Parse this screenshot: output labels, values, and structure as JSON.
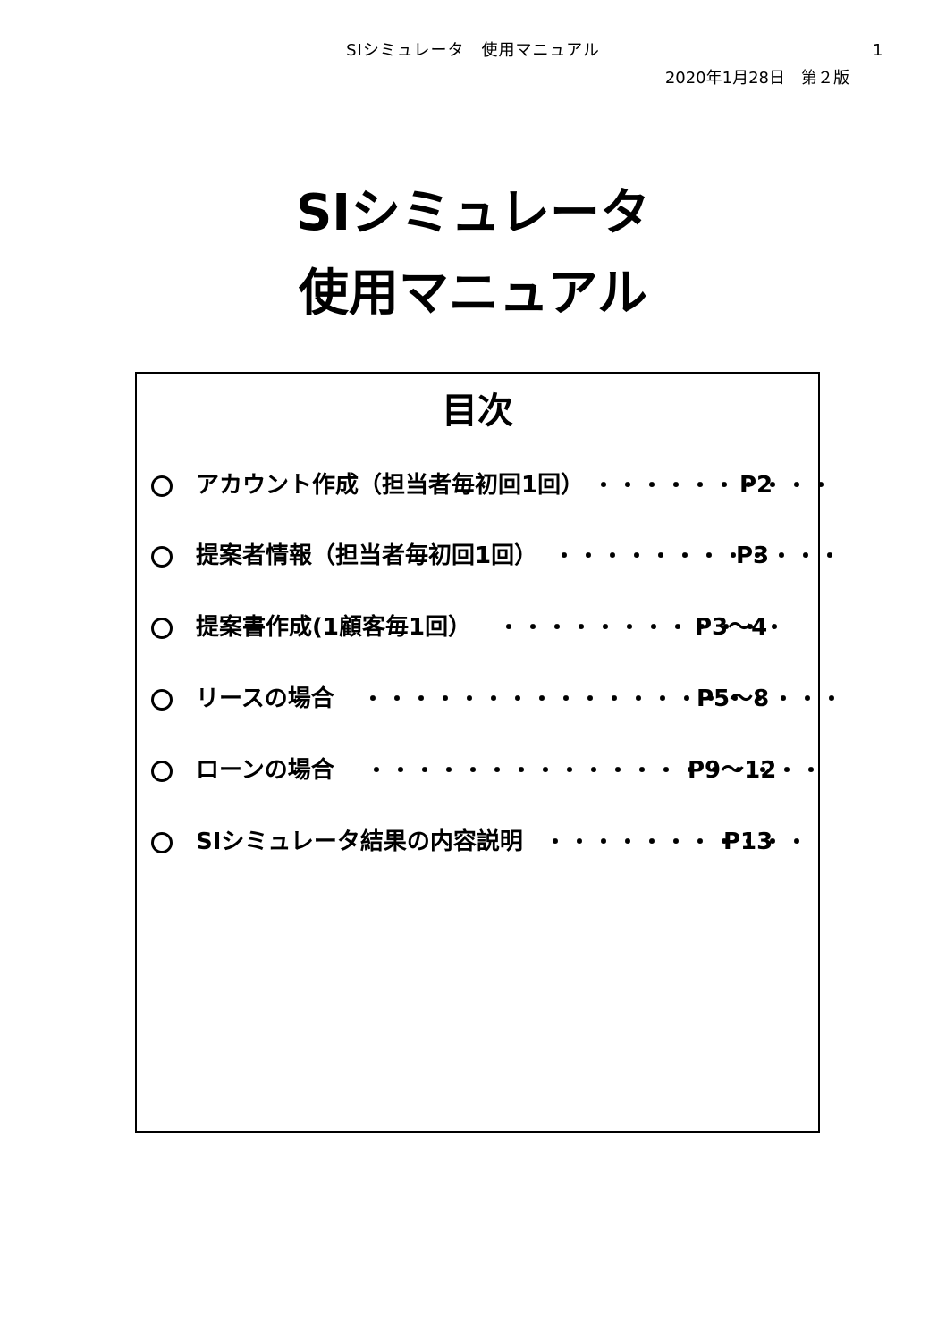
{
  "header": {
    "title": "SIシミュレータ　使用マニュアル",
    "page_number": "1",
    "edition": "2020年1月28日　第２版"
  },
  "main_title": {
    "line1": "SIシミュレータ",
    "line2": "使用マニュアル"
  },
  "toc": {
    "heading": "目次",
    "items": [
      {
        "label": "アカウント作成（担当者毎初回1回）",
        "dots": "・・・・・・・・・・",
        "page": "P2"
      },
      {
        "label": "提案者情報（担当者毎初回1回）",
        "dots": "・・・・・・・・・・・・",
        "page": "P3"
      },
      {
        "label": "提案書作成(1顧客毎1回）",
        "dots": "・・・・・・・・・・・・",
        "page": "P3～4"
      },
      {
        "label": "リースの場合",
        "dots": "・・・・・・・・・・・・・・・・・・・・",
        "page": "P5～8"
      },
      {
        "label": "ローンの場合",
        "dots": "・・・・・・・・・・・・・・・・・・・",
        "page": "P9～12"
      },
      {
        "label": "SIシミュレータ結果の内容説明",
        "dots": "・・・・・・・・・・・",
        "page": "P13"
      }
    ]
  }
}
